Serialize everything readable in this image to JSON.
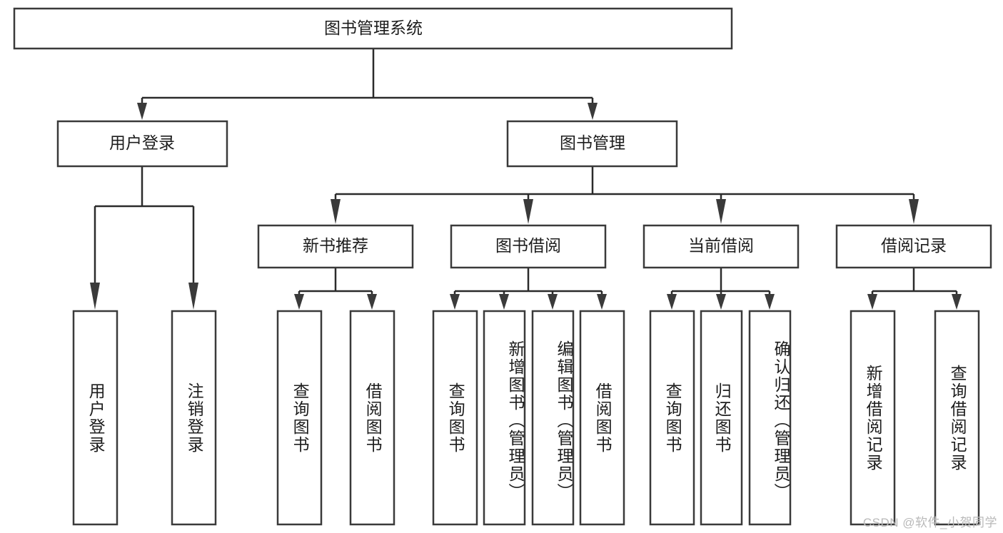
{
  "diagram": {
    "type": "tree-hierarchy",
    "title": "图书管理系统",
    "watermark": "CSDN @软件_小贺同学",
    "colors": {
      "box_stroke": "#3a3a3a",
      "box_fill": "#ffffff",
      "connector": "#2b2b2b",
      "text": "#1d1d1d",
      "watermark": "#b9b9b9",
      "background": "#ffffff"
    },
    "root": {
      "id": "root",
      "label": "图书管理系统"
    },
    "level2": [
      {
        "id": "user-login",
        "label": "用户登录"
      },
      {
        "id": "book-manage",
        "label": "图书管理"
      }
    ],
    "level3": [
      {
        "id": "new-book-rec",
        "label": "新书推荐",
        "parent": "book-manage"
      },
      {
        "id": "book-borrow",
        "label": "图书借阅",
        "parent": "book-manage"
      },
      {
        "id": "current-borrow",
        "label": "当前借阅",
        "parent": "book-manage"
      },
      {
        "id": "borrow-record",
        "label": "借阅记录",
        "parent": "book-manage"
      }
    ],
    "leaves": [
      {
        "id": "leaf-user-login",
        "label": "用户登录",
        "parent": "user-login"
      },
      {
        "id": "leaf-logout",
        "label": "注销登录",
        "parent": "user-login"
      },
      {
        "id": "leaf-query-book-1",
        "label": "查询图书",
        "parent": "new-book-rec"
      },
      {
        "id": "leaf-borrow-book-1",
        "label": "借阅图书",
        "parent": "new-book-rec"
      },
      {
        "id": "leaf-query-book-2",
        "label": "查询图书",
        "parent": "book-borrow"
      },
      {
        "id": "leaf-add-book",
        "label": "新增图书（管理员）",
        "parent": "book-borrow"
      },
      {
        "id": "leaf-edit-book",
        "label": "编辑图书（管理员）",
        "parent": "book-borrow"
      },
      {
        "id": "leaf-borrow-book-2",
        "label": "借阅图书",
        "parent": "book-borrow"
      },
      {
        "id": "leaf-query-book-3",
        "label": "查询图书",
        "parent": "current-borrow"
      },
      {
        "id": "leaf-return-book",
        "label": "归还图书",
        "parent": "current-borrow"
      },
      {
        "id": "leaf-confirm-return",
        "label": "确认归还（管理员）",
        "parent": "current-borrow"
      },
      {
        "id": "leaf-add-record",
        "label": "新增借阅记录",
        "parent": "borrow-record"
      },
      {
        "id": "leaf-query-record",
        "label": "查询借阅记录",
        "parent": "borrow-record"
      }
    ]
  }
}
